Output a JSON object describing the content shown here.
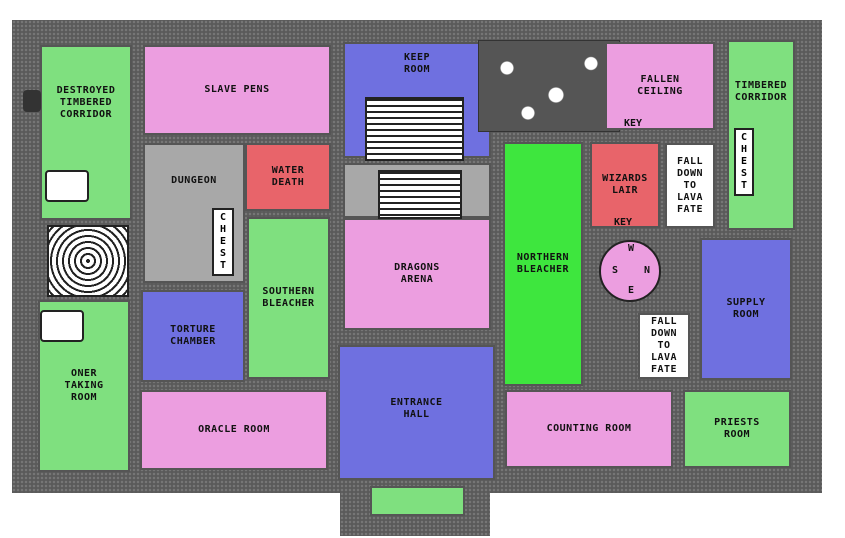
{
  "rooms": {
    "destroyed_corridor": "DESTROYED\nTIMBERED\nCORRIDOR",
    "slave_pens": "SLAVE PENS",
    "keep_room": "KEEP\nROOM",
    "fallen_ceiling": "FALLEN\nCEILING",
    "timbered_corridor": "TIMBERED\nCORRIDOR",
    "dungeon": "DUNGEON",
    "water_death": "WATER\nDEATH",
    "wizards_lair": "WIZARDS\nLAIR",
    "fall_down_lava_1": "FALL\nDOWN\nTO\nLAVA\nFATE",
    "northern_bleacher": "NORTHERN\nBLEACHER",
    "dragons_arena": "DRAGONS\nARENA",
    "southern_bleacher": "SOUTHERN\nBLEACHER",
    "torture_chamber": "TORTURE\nCHAMBER",
    "supply_room": "SUPPLY\nROOM",
    "fall_down_lava_2": "FALL\nDOWN\nTO\nLAVA\nFATE",
    "oner_taking_room": "ONER\nTAKING\nROOM",
    "oracle_room": "ORACLE ROOM",
    "entrance_hall": "ENTRANCE\nHALL",
    "counting_room": "COUNTING ROOM",
    "priests_room": "PRIESTS\nROOM"
  },
  "markers": {
    "chest_1": "C\nH\nE\nS\nT",
    "chest_2": "C\nH\nE\nS\nT",
    "key_1": "KEY",
    "key_2": "KEY",
    "compass_n": "N",
    "compass_s": "S",
    "compass_e": "E",
    "compass_w": "W"
  },
  "colors": {
    "background": "#5a5a5a",
    "green": "#7fe07f",
    "pink": "#ec9ee0",
    "blue": "#6f70e0",
    "grey": "#a8a8a8",
    "red": "#e8646a"
  }
}
